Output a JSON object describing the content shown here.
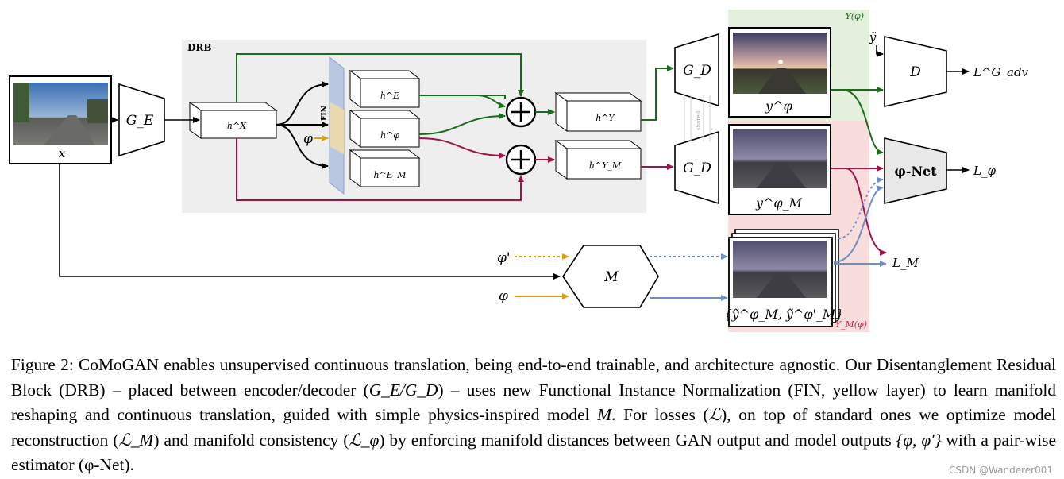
{
  "figure": {
    "drb_label": "DRB",
    "fin_label": "FIN",
    "shared_label": "shared",
    "nodes": {
      "input_x": "x",
      "encoder": "G_E",
      "hX": "h^X",
      "hE": "h^E",
      "hphi": "h^φ",
      "hEM": "h^E_M",
      "hY": "h^Y",
      "hYM": "h^Y_M",
      "decoder_top": "G_D",
      "decoder_bottom": "G_D",
      "discriminator": "D",
      "phi_net": "φ-Net",
      "model": "M",
      "y_phi": "y^φ",
      "yM_phi": "y^φ_M",
      "y_tilde": "ỹ",
      "y_tilde_set": "{ỹ^φ_M, ỹ^φ'_M}",
      "phi_input_fin": "φ",
      "phi_prime_input": "φ'",
      "phi_input_model": "φ"
    },
    "domain_labels": {
      "Y": "Y(φ)",
      "YM": "Y_M(φ)"
    },
    "losses": {
      "adv": "L^G_adv",
      "phi": "L_φ",
      "M": "L_M"
    },
    "colors": {
      "green": "#1a6b1a",
      "crimson": "#a0124a",
      "orange": "#d9a01a",
      "blue": "#6f8fc4",
      "green_bg": "#e3f0dc",
      "red_bg": "#f9dcdc",
      "drb_bg": "#eeeeee",
      "fin_blue": "#b9c8e0",
      "fin_yellow": "#ead9ae"
    }
  },
  "caption": {
    "part1": "Figure 2: CoMoGAN enables unsupervised continuous translation, being end-to-end trainable, and architecture agnostic. Our Disentanglement Residual Block (DRB) – placed between encoder/decoder (",
    "math1": "G_E/G_D",
    "part2": ") – uses new Functional Instance Normalization (FIN, yellow layer) to learn manifold reshaping and continuous translation, guided with simple physics-inspired model ",
    "math2": "M",
    "part3": ". For losses (",
    "math3": "ℒ",
    "part4": "), on top of standard ones we optimize model reconstruction (",
    "math4": "ℒ_M",
    "part5": ") and manifold consistency (",
    "math5": "ℒ_φ",
    "part6": ") by enforcing manifold distances between GAN output and model outputs ",
    "math6": "{φ, φ′}",
    "part7": " with a pair-wise estimator (φ-Net)."
  },
  "watermark": "CSDN @Wanderer001"
}
